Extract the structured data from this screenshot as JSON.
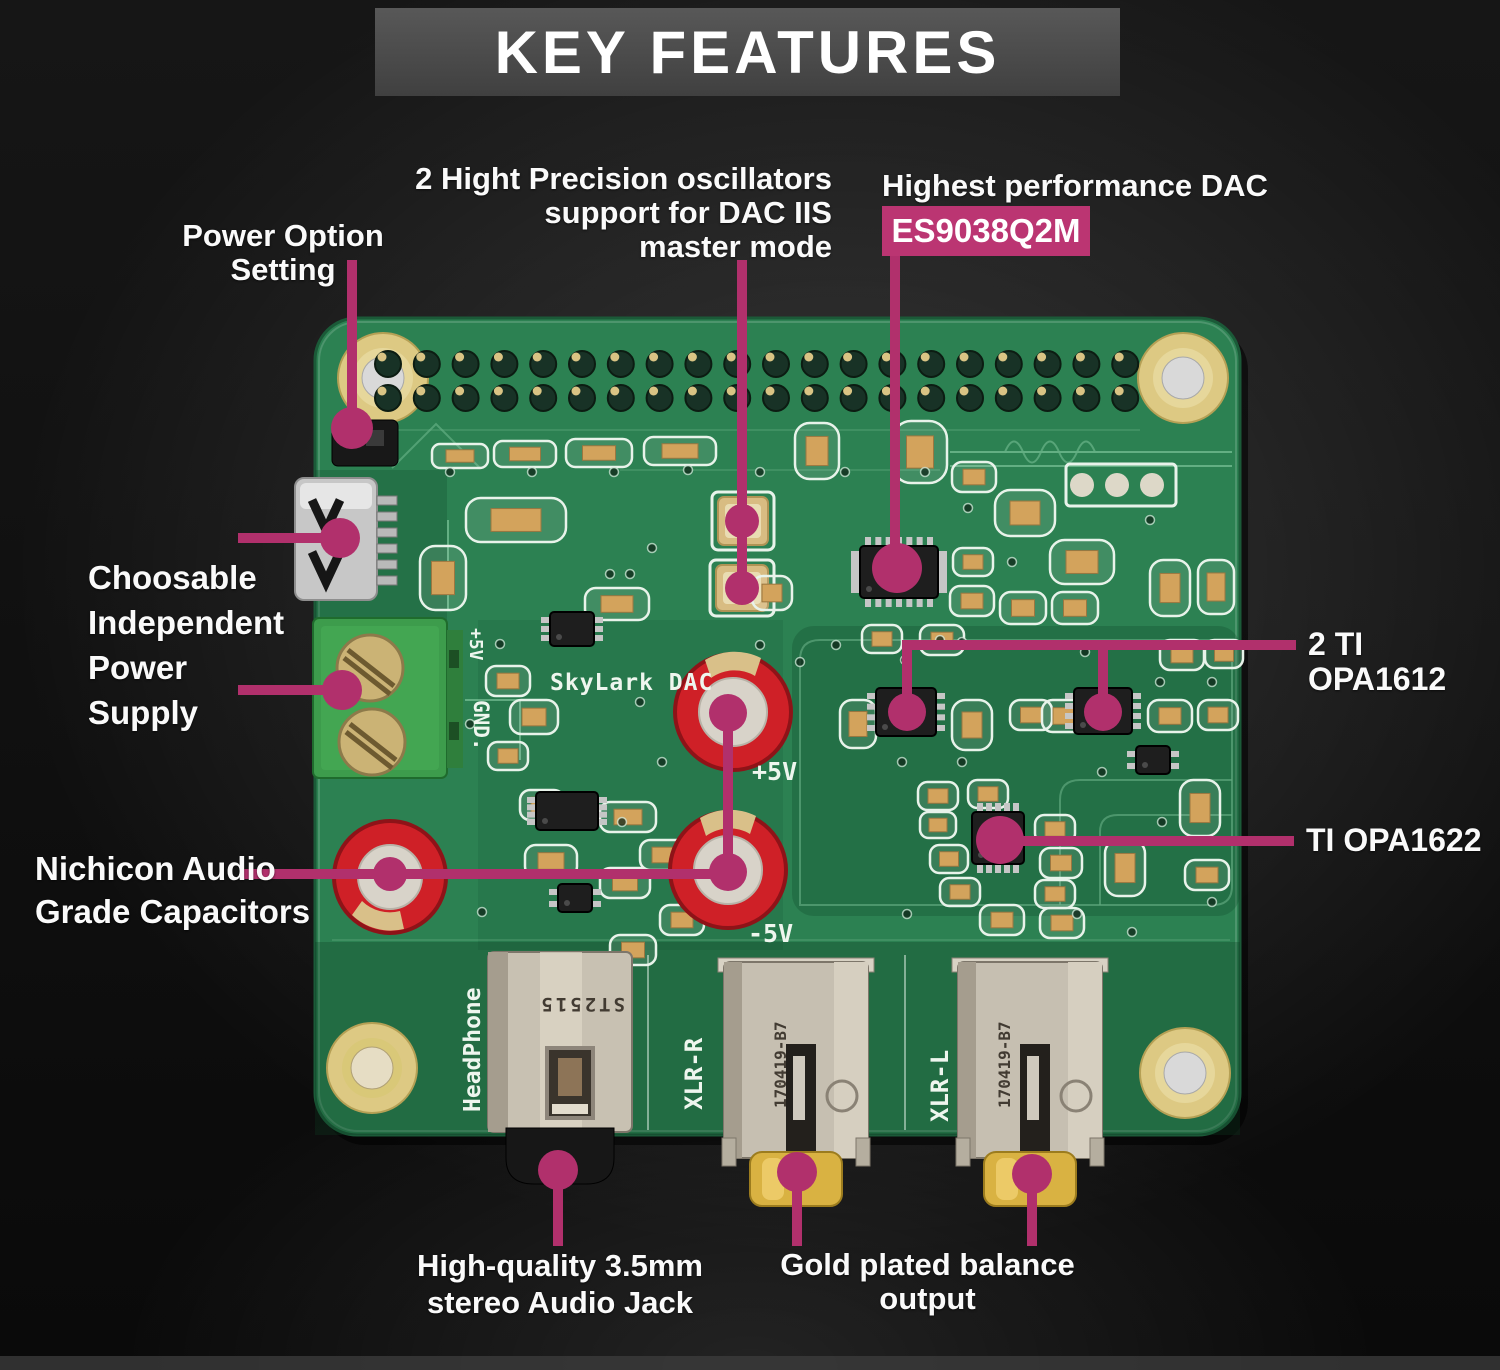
{
  "header": {
    "title": "KEY FEATURES"
  },
  "colors": {
    "accent_line": "#b1306c",
    "accent_box": "#bb3572",
    "pcb_green": "#2c8152",
    "header_bar": "#4a4a4a",
    "background": "#111111"
  },
  "callouts": {
    "power_option": {
      "label": "Power Option Setting"
    },
    "oscillators": {
      "line1": "2 Hight Precision oscillators",
      "line2": "support for DAC IIS",
      "line3": "master mode"
    },
    "dac": {
      "label": "Highest performance DAC",
      "chip": "ES9038Q2M"
    },
    "power_supply": {
      "line1": "Choosable",
      "line2": "Independent",
      "line3": "Power",
      "line4": "Supply"
    },
    "opa1612": {
      "label": "2 TI OPA1612"
    },
    "opa1622": {
      "label": "TI OPA1622"
    },
    "capacitors": {
      "line1": "Nichicon Audio",
      "line2": "Grade Capacitors"
    },
    "audio_jack": {
      "line1": "High-quality 3.5mm",
      "line2": "stereo Audio Jack"
    },
    "balance_output": {
      "label": "Gold plated balance output"
    }
  },
  "board": {
    "silkscreen": {
      "name": "SkyLark DAC",
      "cap_pos": "+5V",
      "cap_neg": "-5V",
      "power_in": "+5V",
      "gnd": "GND.",
      "headphone": "HeadPhone",
      "xlr_r": "XLR-R",
      "xlr_l": "XLR-L"
    },
    "markings": {
      "headphone_jack": "ST2515",
      "xlr_jack_r": "170419-B7",
      "xlr_jack_l": "170419-B7"
    }
  }
}
